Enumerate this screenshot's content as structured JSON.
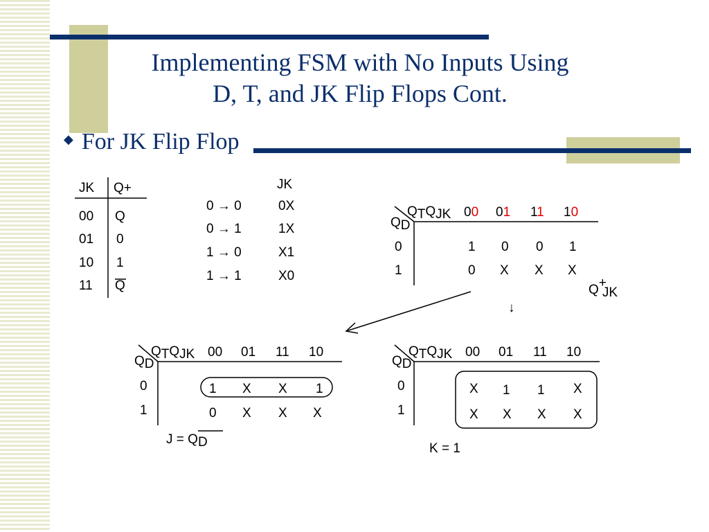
{
  "slide": {
    "title_line1": "Implementing FSM with No Inputs Using",
    "title_line2": "D, T, and JK Flip Flops Cont.",
    "bullet": "For JK Flip Flop"
  },
  "jk_table": {
    "headers": [
      "JK",
      "Q+"
    ],
    "rows": [
      [
        "00",
        "Q"
      ],
      [
        "01",
        "0"
      ],
      [
        "10",
        "1"
      ],
      [
        "11",
        "Q"
      ]
    ]
  },
  "excitation": {
    "header": "JK",
    "rows": [
      [
        "0 → 0",
        "0X"
      ],
      [
        "0 → 1",
        "1X"
      ],
      [
        "1 → 0",
        "X1"
      ],
      [
        "1 → 1",
        "X0"
      ]
    ]
  },
  "kmap_main": {
    "row_var": "Q",
    "row_var_sub": "D",
    "col_var1": "Q",
    "col_var1_sub": "T",
    "col_var2": "Q",
    "col_var2_sub": "JK",
    "col_headers": [
      [
        "0",
        "0"
      ],
      [
        "0",
        "1"
      ],
      [
        "1",
        "1"
      ],
      [
        "1",
        "0"
      ]
    ],
    "row_headers": [
      "0",
      "1"
    ],
    "cells": [
      [
        "1",
        "0",
        "0",
        "1"
      ],
      [
        "0",
        "X",
        "X",
        "X"
      ]
    ],
    "output_label": "Q",
    "output_sup": "+",
    "output_sub": "JK"
  },
  "kmap_j": {
    "row_var": "Q",
    "row_var_sub": "D",
    "col_var1": "Q",
    "col_var1_sub": "T",
    "col_var2": "Q",
    "col_var2_sub": "JK",
    "col_headers": [
      "00",
      "01",
      "11",
      "10"
    ],
    "row_headers": [
      "0",
      "1"
    ],
    "cells": [
      [
        "1",
        "X",
        "X",
        "1"
      ],
      [
        "0",
        "X",
        "X",
        "X"
      ]
    ],
    "equation_lhs": "J = ",
    "equation_var": "Q",
    "equation_sub": "D"
  },
  "kmap_k": {
    "row_var": "Q",
    "row_var_sub": "D",
    "col_var1": "Q",
    "col_var1_sub": "T",
    "col_var2": "Q",
    "col_var2_sub": "JK",
    "col_headers": [
      "00",
      "01",
      "11",
      "10"
    ],
    "row_headers": [
      "0",
      "1"
    ],
    "cells": [
      [
        "X",
        "1",
        "1",
        "X"
      ],
      [
        "X",
        "X",
        "X",
        "X"
      ]
    ],
    "equation": "K = 1"
  },
  "arrows": {
    "down": "↓"
  },
  "colors": {
    "navy": "#0b2f6b",
    "olive": "#cfcf9c",
    "stripe": "#e9e9cf",
    "highlight": "#e00000"
  }
}
